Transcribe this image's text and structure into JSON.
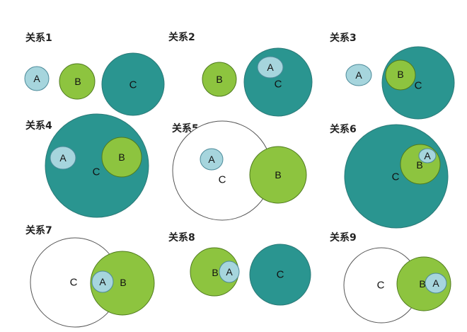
{
  "colors": {
    "a_fill": "#a6d5dd",
    "b_fill": "#8dc43f",
    "c_teal": "#2a9590",
    "c_white": "#ffffff"
  },
  "panels": [
    {
      "title": "关系1",
      "a": "A",
      "b": "B",
      "c": "C"
    },
    {
      "title": "关系2",
      "a": "A",
      "b": "B",
      "c": "C"
    },
    {
      "title": "关系3",
      "a": "A",
      "b": "B",
      "c": "C"
    },
    {
      "title": "关系4",
      "a": "A",
      "b": "B",
      "c": "C"
    },
    {
      "title": "关系5",
      "a": "A",
      "b": "B",
      "c": "C"
    },
    {
      "title": "关系6",
      "a": "A",
      "b": "B",
      "c": "C"
    },
    {
      "title": "关系7",
      "a": "A",
      "b": "B",
      "c": "C"
    },
    {
      "title": "关系8",
      "a": "A",
      "b": "B",
      "c": "C"
    },
    {
      "title": "关系9",
      "a": "A",
      "b": "B",
      "c": "C"
    }
  ]
}
